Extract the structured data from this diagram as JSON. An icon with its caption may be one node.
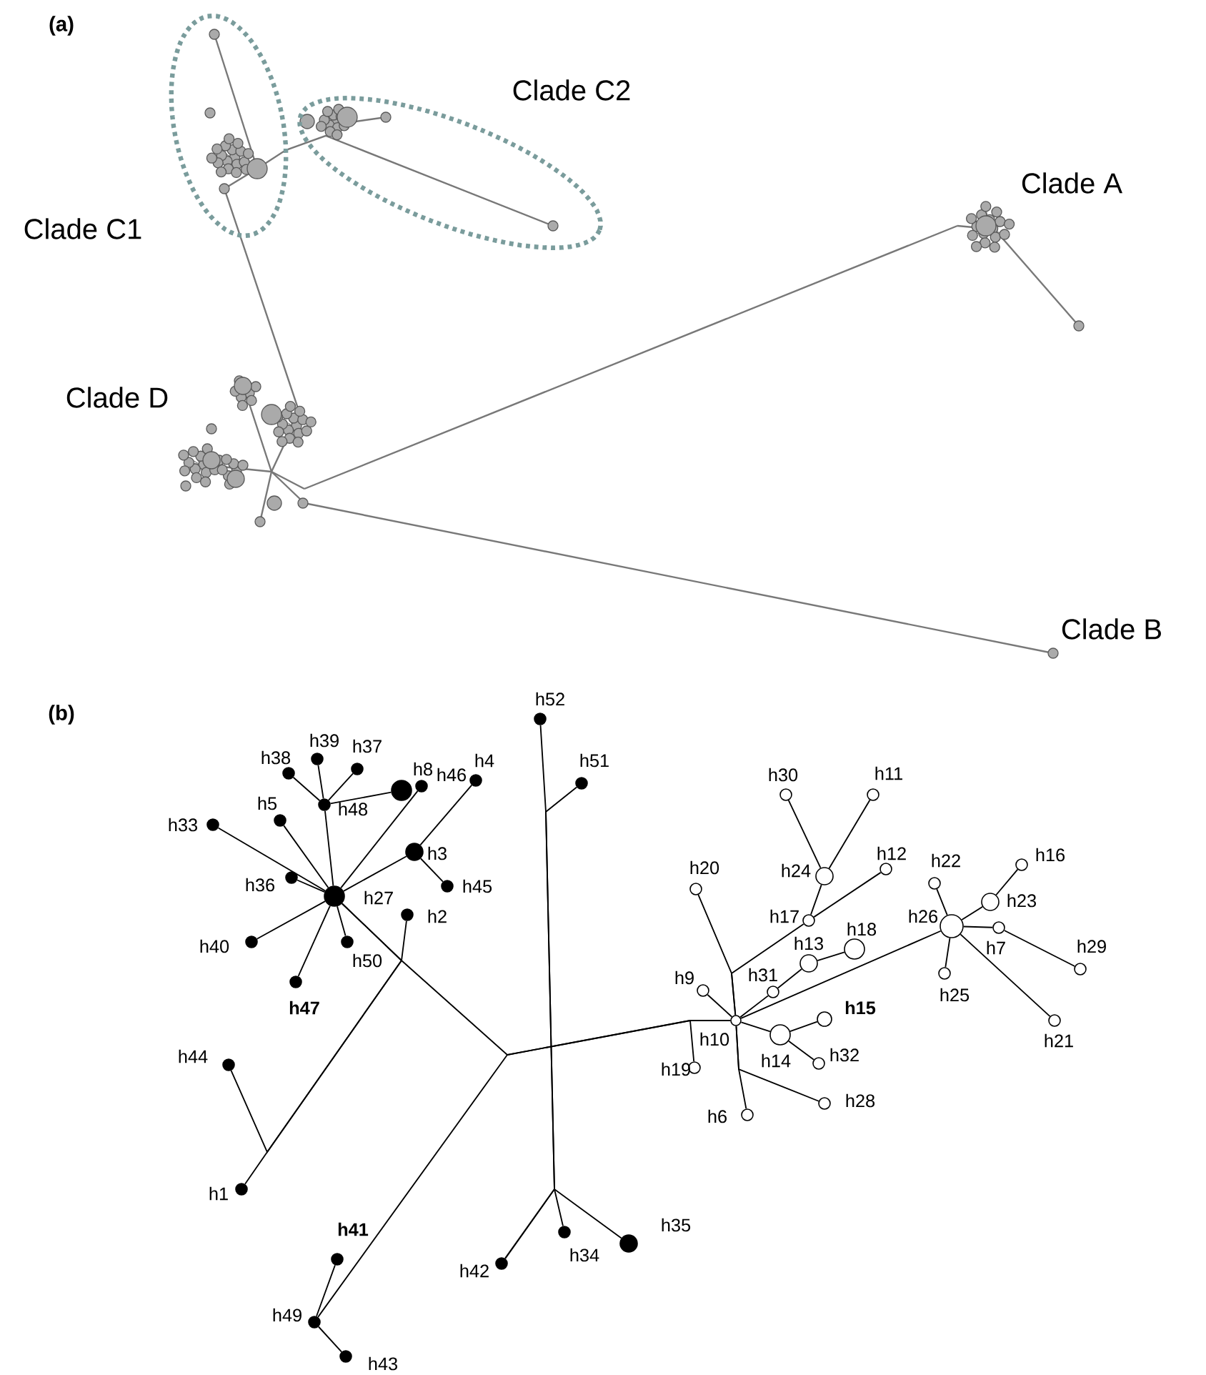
{
  "diagram": {
    "nodes": [
      {
        "text": [
          "h52"
        ]
      },
      {
        "text": [
          "h8"
        ]
      },
      {
        "text": [
          "h37"
        ]
      },
      {
        "text": [
          "h39"
        ]
      },
      {
        "text": [
          "h38"
        ]
      },
      {
        "text": [
          "h48"
        ]
      },
      {
        "text": [
          "h46"
        ]
      },
      {
        "text": [
          "h4"
        ]
      },
      {
        "text": [
          "h51"
        ]
      },
      {
        "text": [
          "h5"
        ]
      },
      {
        "text": [
          "h33"
        ]
      },
      {
        "text": [
          "h3"
        ]
      },
      {
        "text": [
          "h45"
        ]
      },
      {
        "text": [
          "h36"
        ]
      },
      {
        "text": [
          "h27"
        ]
      },
      {
        "text": [
          "h2"
        ]
      },
      {
        "text": [
          "h40"
        ]
      },
      {
        "text": [
          "h50"
        ]
      },
      {
        "text": [
          "h47"
        ]
      },
      {
        "text": [
          "h44"
        ]
      },
      {
        "text": [
          "h1"
        ]
      },
      {
        "text": [
          "h41"
        ]
      },
      {
        "text": [
          "h42"
        ]
      },
      {
        "text": [
          "h34"
        ]
      },
      {
        "text": [
          "h35"
        ]
      },
      {
        "text": [
          "h49"
        ]
      },
      {
        "text": [
          "h43"
        ]
      },
      {
        "text": [
          "h30"
        ]
      },
      {
        "text": [
          "h11"
        ]
      },
      {
        "text": [
          "h24"
        ]
      },
      {
        "text": [
          "h20"
        ]
      },
      {
        "text": [
          "h12"
        ]
      },
      {
        "text": [
          "h22"
        ]
      },
      {
        "text": [
          "h16"
        ]
      },
      {
        "text": [
          "h26"
        ]
      },
      {
        "text": [
          "h23"
        ]
      },
      {
        "text": [
          "h17"
        ]
      },
      {
        "text": [
          "h7"
        ]
      },
      {
        "text": [
          "h18"
        ]
      },
      {
        "text": [
          "h13"
        ]
      },
      {
        "text": [
          "h29"
        ]
      },
      {
        "text": [
          "h25"
        ]
      },
      {
        "text": [
          "h31"
        ]
      },
      {
        "text": [
          "h9"
        ]
      },
      {
        "text": [
          "h10"
        ]
      },
      {
        "text": [
          "h15"
        ]
      },
      {
        "text": [
          "h14"
        ]
      },
      {
        "text": [
          "h32"
        ]
      },
      {
        "text": [
          "h19"
        ]
      },
      {
        "text": [
          "h21"
        ]
      },
      {
        "text": [
          "h28"
        ]
      },
      {
        "text": [
          "h6"
        ]
      }
    ],
    "edges": [
      {
        "from": 14,
        "to": 5,
        "arrow": "none"
      },
      {
        "from": 5,
        "to": 4,
        "arrow": "none"
      },
      {
        "from": 5,
        "to": 3,
        "arrow": "none"
      },
      {
        "from": 5,
        "to": 2,
        "arrow": "none"
      },
      {
        "from": 5,
        "to": 1,
        "arrow": "none"
      },
      {
        "from": 14,
        "to": 9,
        "arrow": "none"
      },
      {
        "from": 14,
        "to": 10,
        "arrow": "none"
      },
      {
        "from": 14,
        "to": 13,
        "arrow": "none"
      },
      {
        "from": 14,
        "to": 16,
        "arrow": "none"
      },
      {
        "from": 14,
        "to": 18,
        "arrow": "none"
      },
      {
        "from": 14,
        "to": 17,
        "arrow": "none"
      },
      {
        "from": 14,
        "to": 6,
        "arrow": "none"
      },
      {
        "from": 14,
        "to": 11,
        "arrow": "none"
      },
      {
        "from": 11,
        "to": 7,
        "arrow": "none"
      },
      {
        "from": 11,
        "to": 12,
        "arrow": "none"
      },
      {
        "from": 14,
        "to": 19,
        "arrow": "none"
      },
      {
        "from": 15,
        "to": 20,
        "arrow": "none"
      },
      {
        "from": 14,
        "to": 44,
        "arrow": "none"
      },
      {
        "from": 25,
        "to": 44,
        "arrow": "none"
      },
      {
        "from": 25,
        "to": 21,
        "arrow": "none"
      },
      {
        "from": 25,
        "to": 26,
        "arrow": "none"
      },
      {
        "from": 0,
        "to": 22,
        "arrow": "none"
      },
      {
        "from": 8,
        "to": 23,
        "arrow": "none"
      },
      {
        "from": 24,
        "to": 22,
        "arrow": "none"
      },
      {
        "from": 48,
        "to": 44,
        "arrow": "none"
      },
      {
        "from": 30,
        "to": 44,
        "arrow": "none"
      },
      {
        "from": 36,
        "to": 44,
        "arrow": "none"
      },
      {
        "from": 36,
        "to": 29,
        "arrow": "none"
      },
      {
        "from": 36,
        "to": 31,
        "arrow": "none"
      },
      {
        "from": 29,
        "to": 27,
        "arrow": "none"
      },
      {
        "from": 29,
        "to": 28,
        "arrow": "none"
      },
      {
        "from": 44,
        "to": 42,
        "arrow": "none"
      },
      {
        "from": 42,
        "to": 39,
        "arrow": "none"
      },
      {
        "from": 39,
        "to": 38,
        "arrow": "none"
      },
      {
        "from": 44,
        "to": 43,
        "arrow": "none"
      },
      {
        "from": 44,
        "to": 34,
        "arrow": "none"
      },
      {
        "from": 34,
        "to": 32,
        "arrow": "none"
      },
      {
        "from": 34,
        "to": 35,
        "arrow": "none"
      },
      {
        "from": 35,
        "to": 33,
        "arrow": "none"
      },
      {
        "from": 34,
        "to": 37,
        "arrow": "none"
      },
      {
        "from": 37,
        "to": 40,
        "arrow": "none"
      },
      {
        "from": 34,
        "to": 41,
        "arrow": "none"
      },
      {
        "from": 34,
        "to": 49,
        "arrow": "none"
      },
      {
        "from": 44,
        "to": 46,
        "arrow": "none"
      },
      {
        "from": 46,
        "to": 45,
        "arrow": "none"
      },
      {
        "from": 46,
        "to": 47,
        "arrow": "none"
      },
      {
        "from": 44,
        "to": 51,
        "arrow": "none"
      },
      {
        "from": 50,
        "to": 44,
        "arrow": "none"
      }
    ],
    "labels": [
      "(a)",
      "Clade C2",
      "Clade A",
      "Clade C1",
      "Clade D",
      "Clade B",
      "(b)"
    ]
  }
}
